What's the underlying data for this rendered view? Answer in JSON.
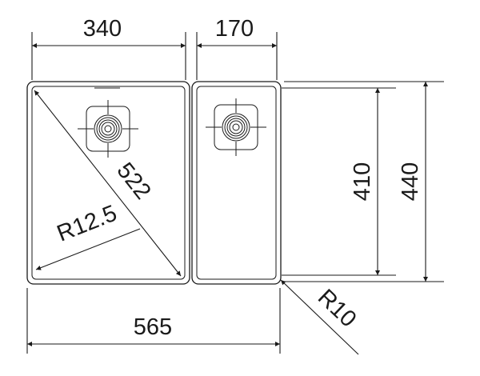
{
  "dimensions": {
    "bowl_left_width": "340",
    "bowl_right_width": "170",
    "diagonal": "522",
    "corner_radius_bowl": "R12.5",
    "inner_height": "410",
    "outer_height": "440",
    "corner_radius_outer": "R10",
    "overall_width": "565"
  },
  "icons": {
    "left_drain": "drain-strainer-icon",
    "right_drain": "drain-strainer-icon"
  },
  "colors": {
    "line": "#1a1a1a",
    "background": "#ffffff"
  }
}
